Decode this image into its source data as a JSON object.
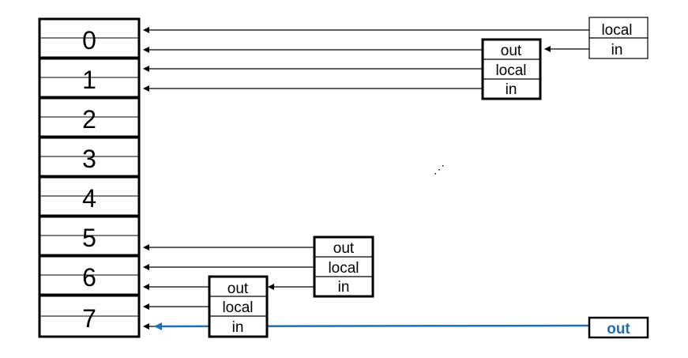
{
  "register_stack": {
    "labels": [
      "0",
      "1",
      "2",
      "3",
      "4",
      "5",
      "6",
      "7"
    ]
  },
  "window_cpu": {
    "label": "local",
    "in_label": "in"
  },
  "window_top": {
    "out_label": "out",
    "local_label": "local",
    "in_label": "in"
  },
  "window_middle": {
    "out_label": "out",
    "local_label": "local",
    "in_label": "in"
  },
  "window_bottom": {
    "out_label": "out",
    "local_label": "local",
    "in_label": "in"
  },
  "ellipsis": "⋰",
  "out_box": {
    "label": "out",
    "color": "#1f6fb5"
  }
}
